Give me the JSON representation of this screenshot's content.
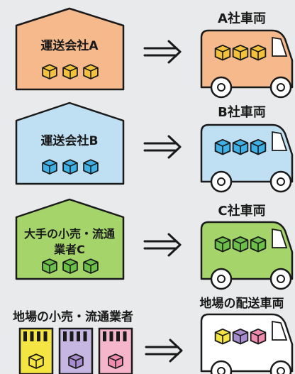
{
  "rows": [
    {
      "source_line1": "運送会社A",
      "source_line2": "",
      "vehicle_label": "A社車両",
      "fill": "#f6b98c",
      "box_colors": [
        "#f3c23a",
        "#f3c23a",
        "#f3c23a"
      ]
    },
    {
      "source_line1": "運送会社B",
      "source_line2": "",
      "vehicle_label": "B社車両",
      "fill": "#bfe0f3",
      "box_colors": [
        "#3fb1e6",
        "#3fb1e6",
        "#3fb1e6"
      ]
    },
    {
      "source_line1": "大手の小売・流通",
      "source_line2": "業者C",
      "vehicle_label": "C社車両",
      "fill": "#a4d46a",
      "box_colors": [
        "#6cc04a",
        "#6cc04a",
        "#6cc04a"
      ]
    },
    {
      "source_line1": "地場の小売・流通業者",
      "source_line2": "",
      "vehicle_label": "地場の配送車両",
      "fill": "#ffffff",
      "store_colors": [
        "#f5e542",
        "#c6b6e2",
        "#f5b6cc"
      ],
      "box_colors": [
        "#f5e542",
        "#a78dd0",
        "#ef8cb0"
      ]
    }
  ],
  "colors": {
    "outline": "#1a1a1a",
    "background": "#e9eaeb"
  }
}
